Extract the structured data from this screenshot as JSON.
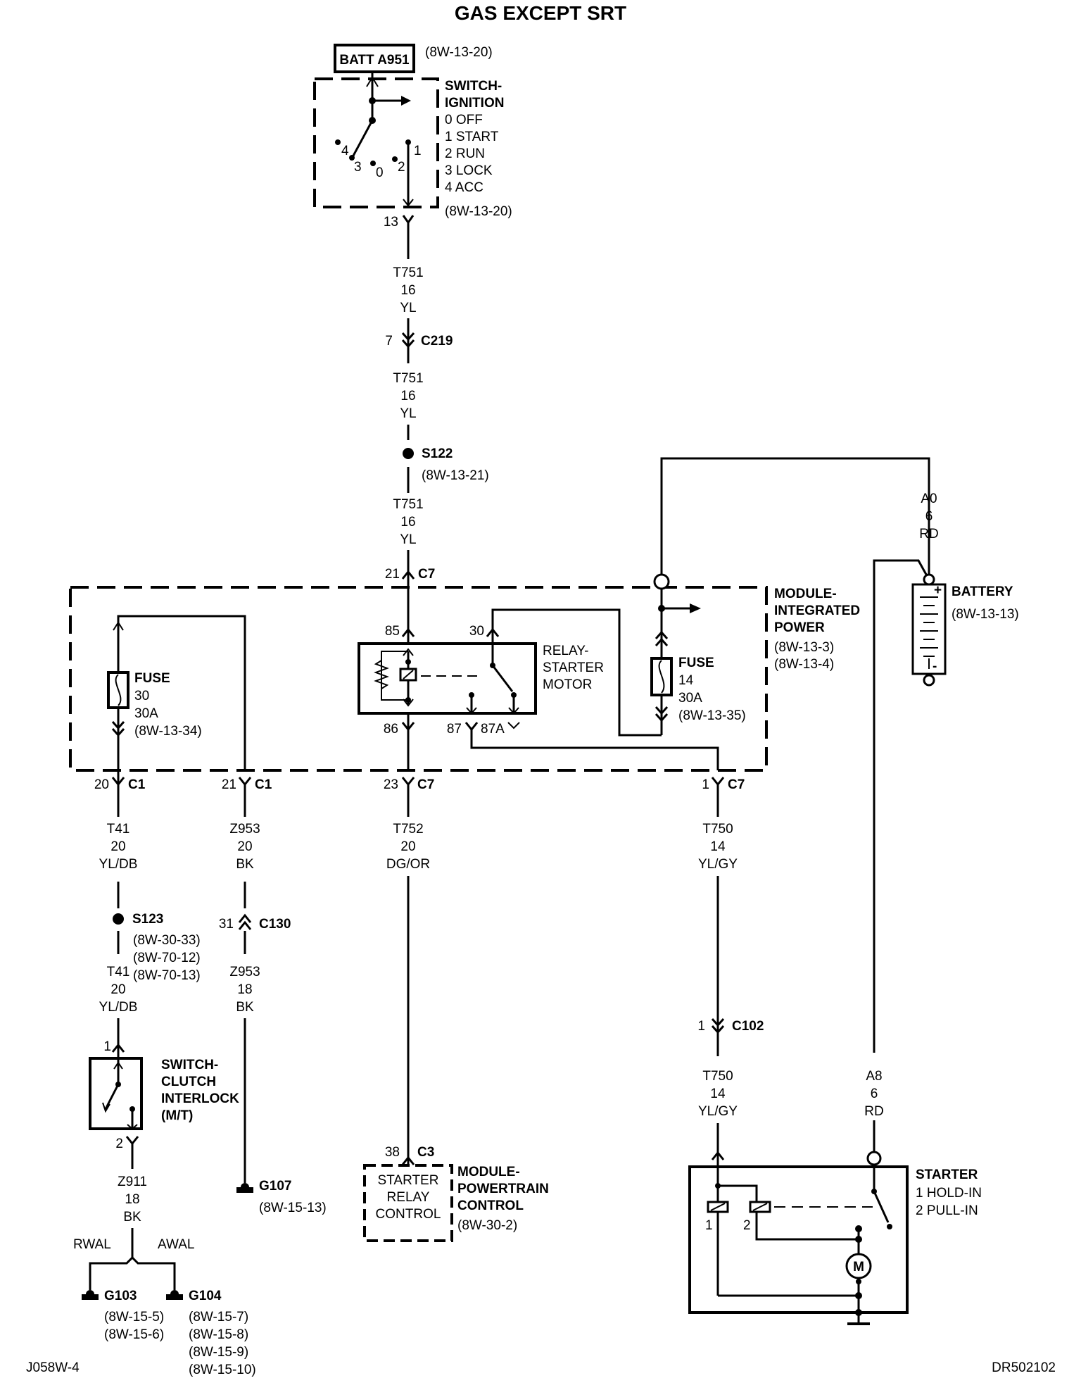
{
  "title": "GAS EXCEPT SRT",
  "footer": {
    "left": "J058W-4",
    "right": "DR502102"
  },
  "batt": {
    "label": "BATT A951",
    "ref": "(8W-13-20)"
  },
  "ignition": {
    "lines": [
      "SWITCH-",
      "IGNITION",
      "0 OFF",
      "1 START",
      "2 RUN",
      "3 LOCK",
      "4 ACC"
    ],
    "ref": "(8W-13-20)",
    "positions": [
      "4",
      "3",
      "0",
      "2",
      "1"
    ],
    "pin": "13"
  },
  "wire_t751": [
    "T751",
    "16",
    "YL"
  ],
  "c219": {
    "pin": "7",
    "name": "C219"
  },
  "s122": {
    "name": "S122",
    "ref": "(8W-13-21)"
  },
  "c7_top": {
    "pin": "21",
    "name": "C7"
  },
  "wire_a0": [
    "A0",
    "6",
    "RD"
  ],
  "battery": {
    "name": "BATTERY",
    "ref": "(8W-13-13)",
    "plus": "+",
    "minus": "-"
  },
  "tipm": {
    "lines": [
      "MODULE-",
      "INTEGRATED",
      "POWER"
    ],
    "refs": [
      "(8W-13-3)",
      "(8W-13-4)"
    ]
  },
  "fuse30": {
    "lines": [
      "FUSE",
      "30",
      "30A"
    ],
    "ref": "(8W-13-34)"
  },
  "fuse14": {
    "lines": [
      "FUSE",
      "14",
      "30A"
    ],
    "ref": "(8W-13-35)"
  },
  "relay": {
    "lines": [
      "RELAY-",
      "STARTER",
      "MOTOR"
    ],
    "pins": [
      "85",
      "30",
      "86",
      "87",
      "87A"
    ]
  },
  "bottom_connectors": [
    {
      "pin": "20",
      "name": "C1"
    },
    {
      "pin": "21",
      "name": "C1"
    },
    {
      "pin": "23",
      "name": "C7"
    },
    {
      "pin": "1",
      "name": "C7"
    }
  ],
  "wire_t41": [
    "T41",
    "20",
    "YL/DB"
  ],
  "s123": {
    "name": "S123",
    "refs": [
      "(8W-30-33)",
      "(8W-70-12)",
      "(8W-70-13)"
    ]
  },
  "clutch": {
    "lines": [
      "SWITCH-",
      "CLUTCH",
      "INTERLOCK",
      "(M/T)"
    ],
    "pin_in": "1",
    "pin_out": "2"
  },
  "wire_z911": [
    "Z911",
    "18",
    "BK"
  ],
  "rwal": "RWAL",
  "awal": "AWAL",
  "g103": {
    "name": "G103",
    "refs": [
      "(8W-15-5)",
      "(8W-15-6)"
    ]
  },
  "g104": {
    "name": "G104",
    "refs": [
      "(8W-15-7)",
      "(8W-15-8)",
      "(8W-15-9)",
      "(8W-15-10)"
    ]
  },
  "wire_z953a": [
    "Z953",
    "20",
    "BK"
  ],
  "c130": {
    "pin": "31",
    "name": "C130"
  },
  "wire_z953b": [
    "Z953",
    "18",
    "BK"
  ],
  "g107": {
    "name": "G107",
    "ref": "(8W-15-13)"
  },
  "wire_t752": [
    "T752",
    "20",
    "DG/OR"
  ],
  "c3": {
    "pin": "38",
    "name": "C3"
  },
  "pcm_box": [
    "STARTER",
    "RELAY",
    "CONTROL"
  ],
  "pcm": {
    "lines": [
      "MODULE-",
      "POWERTRAIN",
      "CONTROL"
    ],
    "ref": "(8W-30-2)"
  },
  "wire_t750": [
    "T750",
    "14",
    "YL/GY"
  ],
  "c102": {
    "pin": "1",
    "name": "C102"
  },
  "wire_a8": [
    "A8",
    "6",
    "RD"
  ],
  "starter": {
    "lines": [
      "STARTER",
      "1 HOLD-IN",
      "2 PULL-IN"
    ],
    "coil1": "1",
    "coil2": "2",
    "motor": "M"
  }
}
